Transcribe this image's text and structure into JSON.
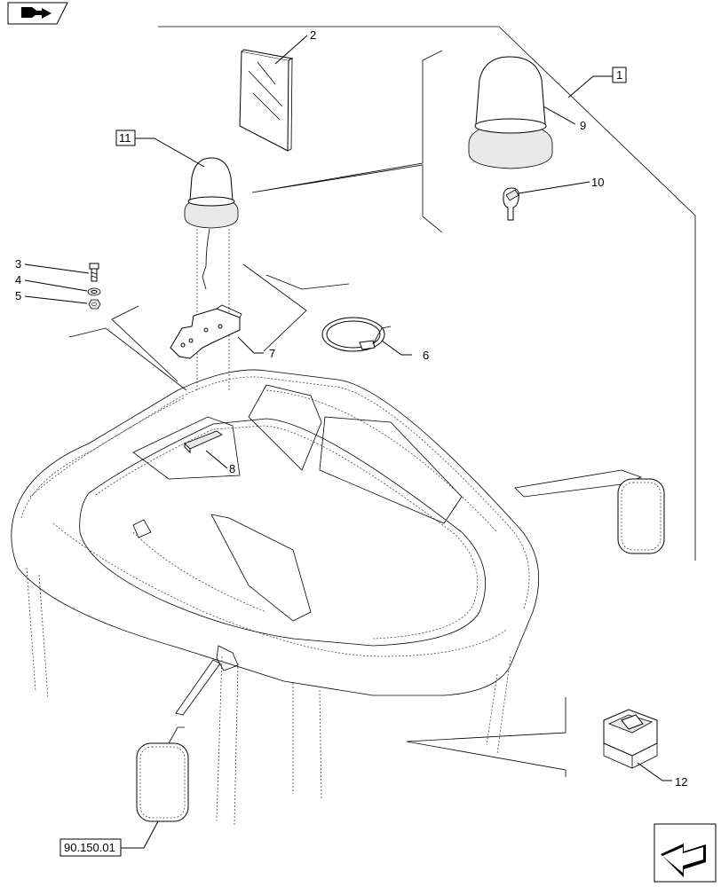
{
  "callouts": {
    "c1": "1",
    "c2": "2",
    "c3": "3",
    "c4": "4",
    "c5": "5",
    "c6": "6",
    "c7": "7",
    "c8": "8",
    "c9": "9",
    "c10": "10",
    "c11": "11",
    "c12": "12"
  },
  "reference_box": "90.150.01",
  "icons": {
    "top_left": "book-arrow-icon",
    "bottom_right": "next-page-arrow-icon"
  }
}
